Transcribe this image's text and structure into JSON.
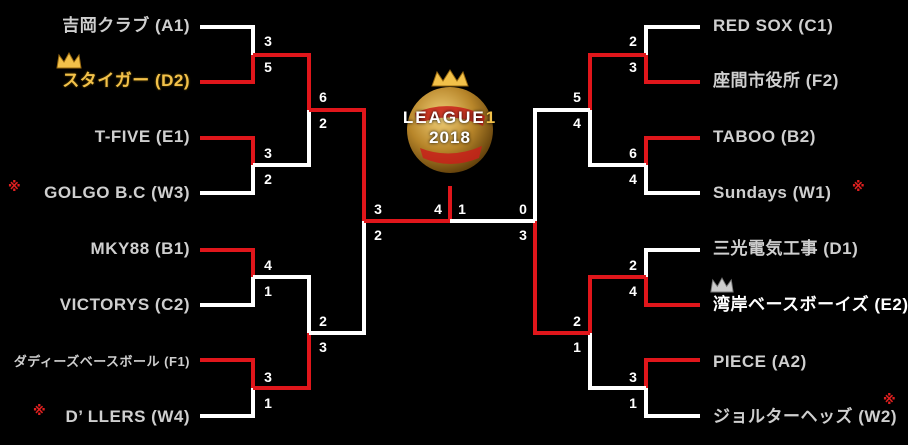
{
  "tournament": {
    "logo_title_main": "LEAGUE",
    "logo_title_num": "1",
    "logo_year": "2018"
  },
  "teams_left": [
    {
      "name": "吉岡クラブ (A1)"
    },
    {
      "name": "スタイガー (D2)"
    },
    {
      "name": "T-FIVE (E1)"
    },
    {
      "name": "GOLGO B.C (W3)"
    },
    {
      "name": "MKY88 (B1)"
    },
    {
      "name": "VICTORYS (C2)"
    },
    {
      "name": "ダディーズベースボール (F1)"
    },
    {
      "name": "D’ LLERS (W4)"
    }
  ],
  "teams_right": [
    {
      "name": "RED SOX (C1)"
    },
    {
      "name": "座間市役所 (F2)"
    },
    {
      "name": "TABOO (B2)"
    },
    {
      "name": "Sundays (W1)"
    },
    {
      "name": "三光電気工事 (D1)"
    },
    {
      "name": "湾岸ベースボーイズ (E2)"
    },
    {
      "name": "PIECE (A2)"
    },
    {
      "name": "ジョルターヘッズ (W2)"
    }
  ],
  "marks": {
    "symbol": "※"
  },
  "scores": {
    "L_r1": [
      [
        "3",
        "5"
      ],
      [
        "3",
        "2"
      ],
      [
        "4",
        "1"
      ],
      [
        "3",
        "1"
      ]
    ],
    "L_r2": [
      [
        "6",
        "2"
      ],
      [
        "2",
        "3"
      ]
    ],
    "L_sf": [
      "3",
      "2"
    ],
    "final": {
      "left": "4",
      "right": "1"
    },
    "R_sf": [
      "0",
      "3"
    ],
    "R_r2": [
      [
        "5",
        "4"
      ],
      [
        "2",
        "1"
      ]
    ],
    "R_r1": [
      [
        "2",
        "3"
      ],
      [
        "6",
        "4"
      ],
      [
        "2",
        "4"
      ],
      [
        "3",
        "1"
      ]
    ]
  },
  "colors": {
    "winner_line": "#e0161b",
    "loser_line": "#ffffff",
    "gold": "#f2c14a",
    "silver": "#cccccc"
  }
}
